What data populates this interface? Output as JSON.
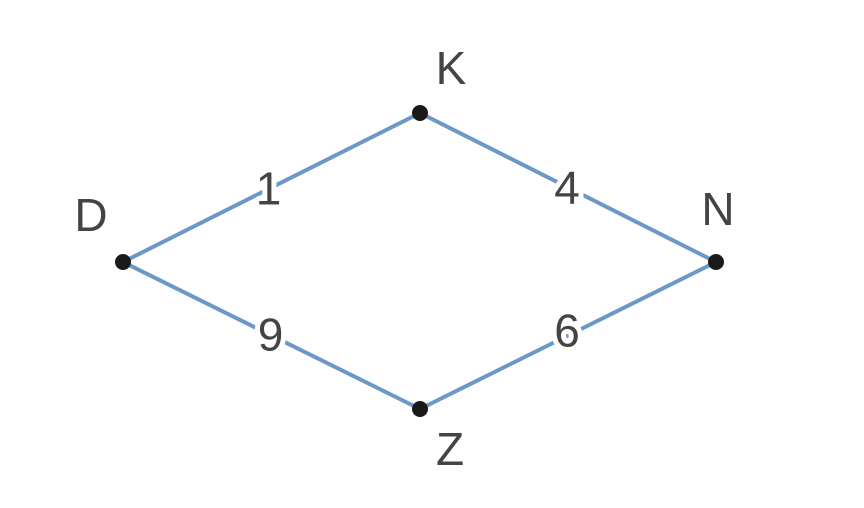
{
  "colors": {
    "edge": "#6a98c7",
    "node": "#1a1a1a",
    "text": "#444444",
    "background": "#ffffff"
  },
  "graph": {
    "nodes": [
      {
        "id": "D",
        "label": "D"
      },
      {
        "id": "K",
        "label": "K"
      },
      {
        "id": "N",
        "label": "N"
      },
      {
        "id": "Z",
        "label": "Z"
      }
    ],
    "edges": [
      {
        "from": "D",
        "to": "K",
        "weight": "1"
      },
      {
        "from": "K",
        "to": "N",
        "weight": "4"
      },
      {
        "from": "D",
        "to": "Z",
        "weight": "9"
      },
      {
        "from": "Z",
        "to": "N",
        "weight": "6"
      }
    ]
  }
}
